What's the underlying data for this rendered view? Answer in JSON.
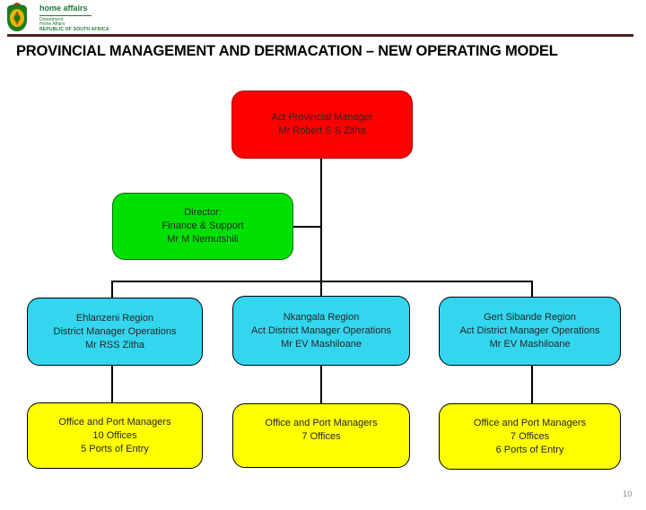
{
  "header": {
    "brand": "home affairs",
    "dept_line1": "Department:",
    "dept_line2": "Home Affairs",
    "dept_line3": "REPUBLIC OF SOUTH AFRICA"
  },
  "title": "PROVINCIAL MANAGEMENT AND DERMACATION – NEW OPERATING MODEL",
  "page_number": "10",
  "colors": {
    "root_fill": "#ff0000",
    "director_fill": "#00e000",
    "region_fill": "#33d6ee",
    "office_fill": "#ffff00",
    "divider": "#4a2023",
    "connector": "#000000",
    "logo_green": "#1f7a33",
    "box_text": "#262626",
    "page_number_gray": "#8a8a8a"
  },
  "org": {
    "provincial_manager": {
      "line1": "Act Provincial Manager",
      "line2": "Mr Robert S S Zitha",
      "line3": ""
    },
    "director_finance": {
      "line1": "Director:",
      "line2": "Finance & Support",
      "line3": "Mr M Nemutshili"
    },
    "ehlanzeni_region": {
      "line1": "Ehlanzeni Region",
      "line2": "District Manager Operations",
      "line3": "Mr RSS Zitha"
    },
    "nkangala_region": {
      "line1": "Nkangala Region",
      "line2": "Act District Manager Operations",
      "line3": "Mr EV Mashiloane"
    },
    "gert_sibande_region": {
      "line1": "Gert Sibande Region",
      "line2": "Act District Manager Operations",
      "line3": "Mr EV Mashiloane"
    },
    "ehlanzeni_offices": {
      "line1": "Office and Port Managers",
      "line2": "10 Offices",
      "line3": "5 Ports of Entry"
    },
    "nkangala_offices": {
      "line1": "Office and Port Managers",
      "line2": "7 Offices",
      "line3": ""
    },
    "gert_sibande_offices": {
      "line1": "Office and Port Managers",
      "line2": "7 Offices",
      "line3": "6 Ports of Entry"
    }
  }
}
